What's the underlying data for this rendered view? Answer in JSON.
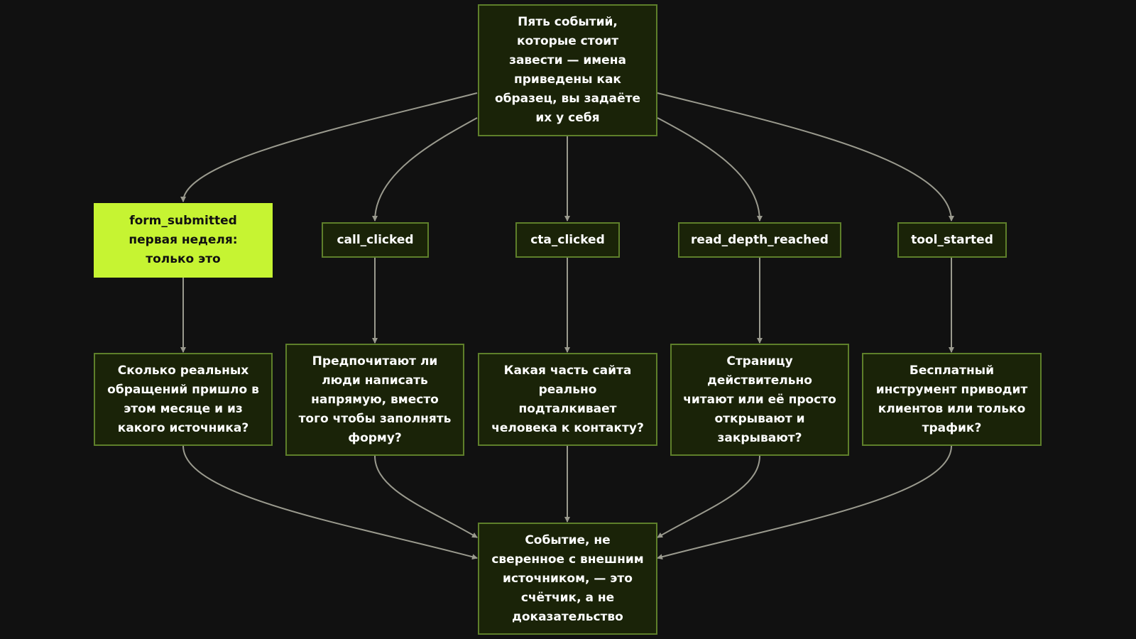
{
  "colors": {
    "background": "#111111",
    "node_fill": "#1a2308",
    "node_border": "#5e7f2a",
    "highlight_fill": "#c6f432",
    "edge": "#9a9a8e"
  },
  "diagram": {
    "root": {
      "text": "Пять событий,\nкоторые стоит\nзавести — имена\nприведены как\nобразец, вы задаёте\nих у себя"
    },
    "events": [
      {
        "name": "form_submitted",
        "note": "первая неделя:\nтолько это",
        "highlighted": true,
        "question": "Сколько реальных\nобращений пришло в\nэтом месяце и из\nкакого источника?"
      },
      {
        "name": "call_clicked",
        "highlighted": false,
        "question": "Предпочитают ли\nлюди написать\nнапрямую, вместо\nтого чтобы заполнять\nформу?"
      },
      {
        "name": "cta_clicked",
        "highlighted": false,
        "question": "Какая часть сайта\nреально\nподталкивает\nчеловека к контакту?"
      },
      {
        "name": "read_depth_reached",
        "highlighted": false,
        "question": "Страницу\nдействительно\nчитают или её просто\nоткрывают и\nзакрывают?"
      },
      {
        "name": "tool_started",
        "highlighted": false,
        "question": "Бесплатный\nинструмент приводит\nклиентов или только\nтрафик?"
      }
    ],
    "conclusion": {
      "text": "Событие, не\nсверенное с внешним\nисточником, — это\nсчётчик, а не\nдоказательство"
    }
  }
}
